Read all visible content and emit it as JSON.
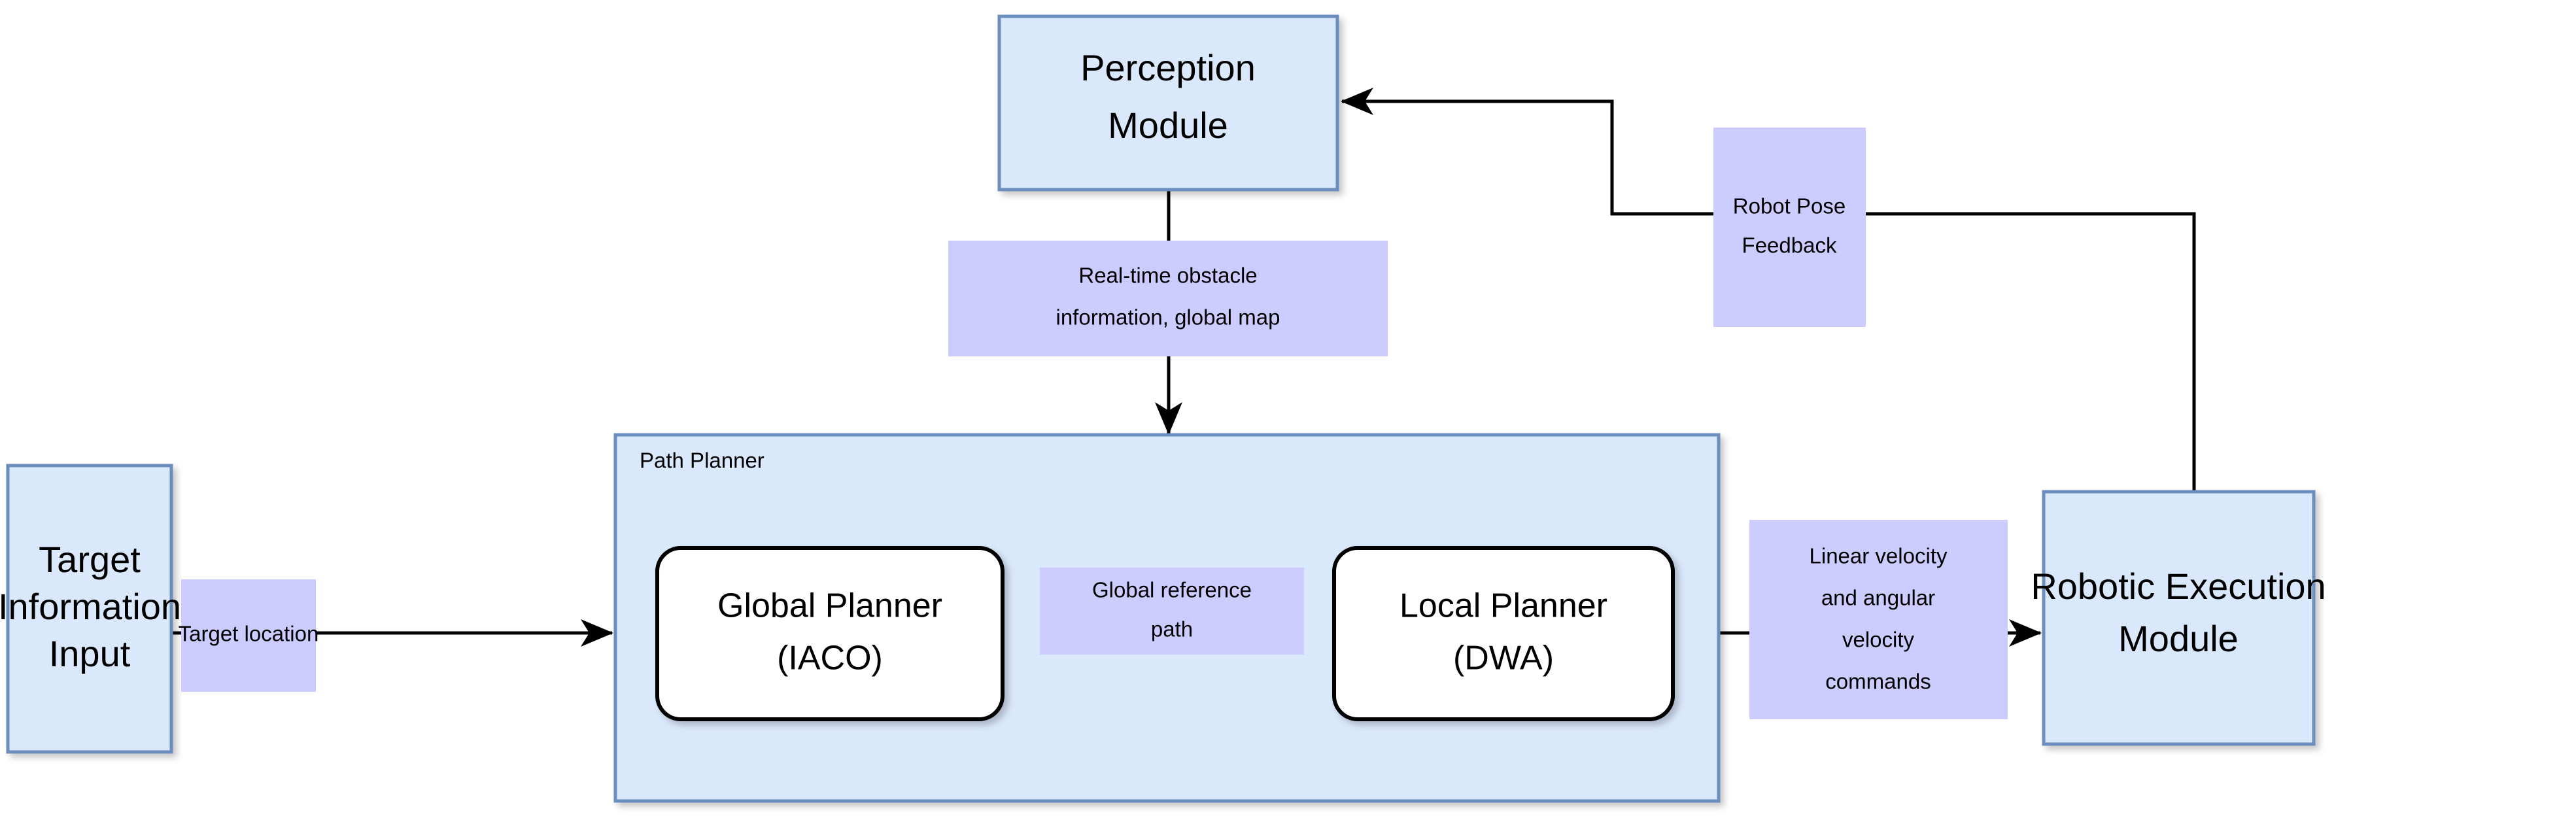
{
  "diagram": {
    "colors": {
      "module_fill": "#dae8fc",
      "module_stroke": "#6c8ebf",
      "label_fill": "#ccccff",
      "planner_fill": "#ffffff",
      "planner_stroke": "#000000",
      "edge": "#000000",
      "background": "#ffffff"
    },
    "nodes": {
      "target_input": {
        "line1": "Target",
        "line2": "Information",
        "line3": "Input"
      },
      "perception": {
        "line1": "Perception",
        "line2": "Module"
      },
      "path_planner_container": {
        "title": "Path Planner"
      },
      "global_planner": {
        "line1": "Global Planner",
        "line2": "(IACO)"
      },
      "local_planner": {
        "line1": "Local Planner",
        "line2": "(DWA)"
      },
      "robotic_execution": {
        "line1": "Robotic Execution",
        "line2": "Module"
      }
    },
    "edge_labels": {
      "target_location": {
        "line1": "Target location"
      },
      "obstacle_info": {
        "line1": "Real-time obstacle",
        "line2": "information, global map"
      },
      "global_reference_path": {
        "line1": "Global reference",
        "line2": "path"
      },
      "velocity_commands": {
        "line1": "Linear velocity",
        "line2": "and angular",
        "line3": "velocity",
        "line4": "commands"
      },
      "robot_pose_feedback": {
        "line1": "Robot Pose",
        "line2": "Feedback"
      }
    }
  }
}
